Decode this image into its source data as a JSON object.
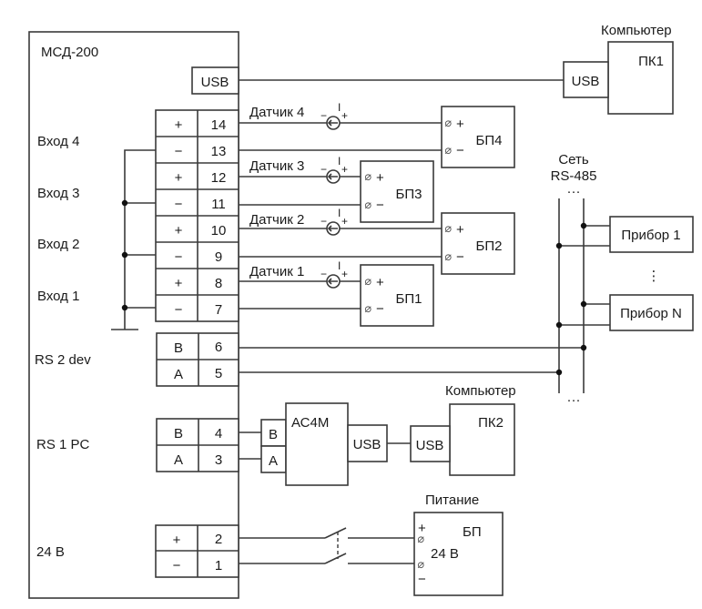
{
  "device": {
    "title": "МСД-200",
    "usb_label": "USB",
    "inputs": [
      {
        "label": "Вход 4",
        "plus_pin": "14",
        "minus_pin": "13"
      },
      {
        "label": "Вход 3",
        "plus_pin": "12",
        "minus_pin": "11"
      },
      {
        "label": "Вход 2",
        "plus_pin": "10",
        "minus_pin": "9"
      },
      {
        "label": "Вход 1",
        "plus_pin": "8",
        "minus_pin": "7"
      }
    ],
    "plus_sign": "+",
    "minus_sign": "−",
    "rs2": {
      "label": "RS 2 dev",
      "b_label": "B",
      "b_pin": "6",
      "a_label": "A",
      "a_pin": "5"
    },
    "rs1": {
      "label": "RS 1 PC",
      "b_label": "B",
      "b_pin": "4",
      "a_label": "A",
      "a_pin": "3"
    },
    "power": {
      "label": "24 В",
      "plus_pin": "2",
      "minus_pin": "1"
    }
  },
  "sensors": [
    {
      "label": "Датчик 4",
      "psu": "БП4"
    },
    {
      "label": "Датчик 3",
      "psu": "БП3"
    },
    {
      "label": "Датчик 2",
      "psu": "БП2"
    },
    {
      "label": "Датчик 1",
      "psu": "БП1"
    }
  ],
  "current_symbol": {
    "label": "I",
    "minus": "−",
    "plus": "+"
  },
  "psu_terminals": {
    "plus": "+",
    "minus": "−"
  },
  "pc1": {
    "caption": "Компьютер",
    "name": "ПК1",
    "usb_label": "USB"
  },
  "pc2": {
    "caption": "Компьютер",
    "name": "ПК2",
    "usb_label": "USB"
  },
  "converter": {
    "name": "АС4М",
    "b_label": "B",
    "a_label": "A",
    "usb_label": "USB"
  },
  "network": {
    "caption_line1": "Сеть",
    "caption_line2": "RS-485",
    "ellipsis": "···",
    "vertical_ellipsis": "⋮"
  },
  "instruments": [
    {
      "name": "Прибор 1"
    },
    {
      "name": "Прибор N"
    }
  ],
  "power_supply": {
    "caption": "Питание",
    "name": "БП",
    "voltage": "24 В",
    "plus": "+",
    "minus": "−"
  }
}
